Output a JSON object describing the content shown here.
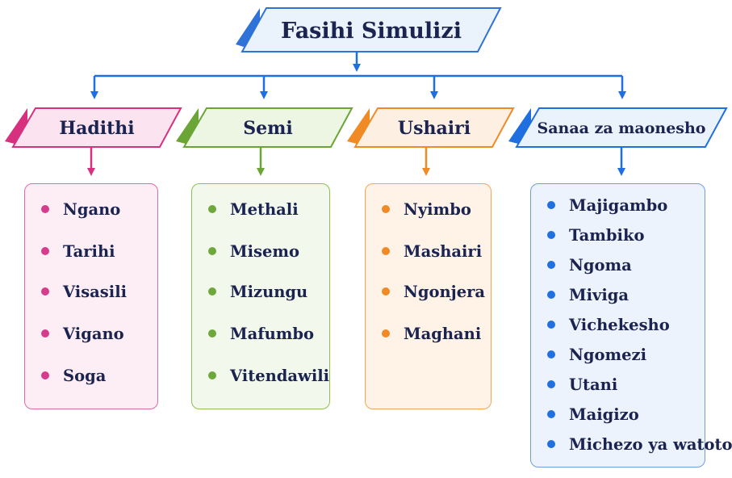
{
  "diagram": {
    "root": {
      "label": "Fasihi Simulizi"
    },
    "categories": [
      {
        "label": "Hadithi",
        "accent": "#d6307f",
        "items": [
          "Ngano",
          "Tarihi",
          "Visasili",
          "Vigano",
          "Soga"
        ]
      },
      {
        "label": "Semi",
        "accent": "#6aa536",
        "items": [
          "Methali",
          "Misemo",
          "Mizungu",
          "Mafumbo",
          "Vitendawili"
        ]
      },
      {
        "label": "Ushairi",
        "accent": "#f08a24",
        "items": [
          "Nyimbo",
          "Mashairi",
          "Ngonjera",
          "Maghani"
        ]
      },
      {
        "label": "Sanaa za maonesho",
        "accent": "#1f6fe0",
        "items": [
          "Majigambo",
          "Tambiko",
          "Ngoma",
          "Miviga",
          "Vichekesho",
          "Ngomezi",
          "Utani",
          "Maigizo",
          "Michezo ya watoto"
        ]
      }
    ],
    "connector_color": "#1f6fe0"
  }
}
